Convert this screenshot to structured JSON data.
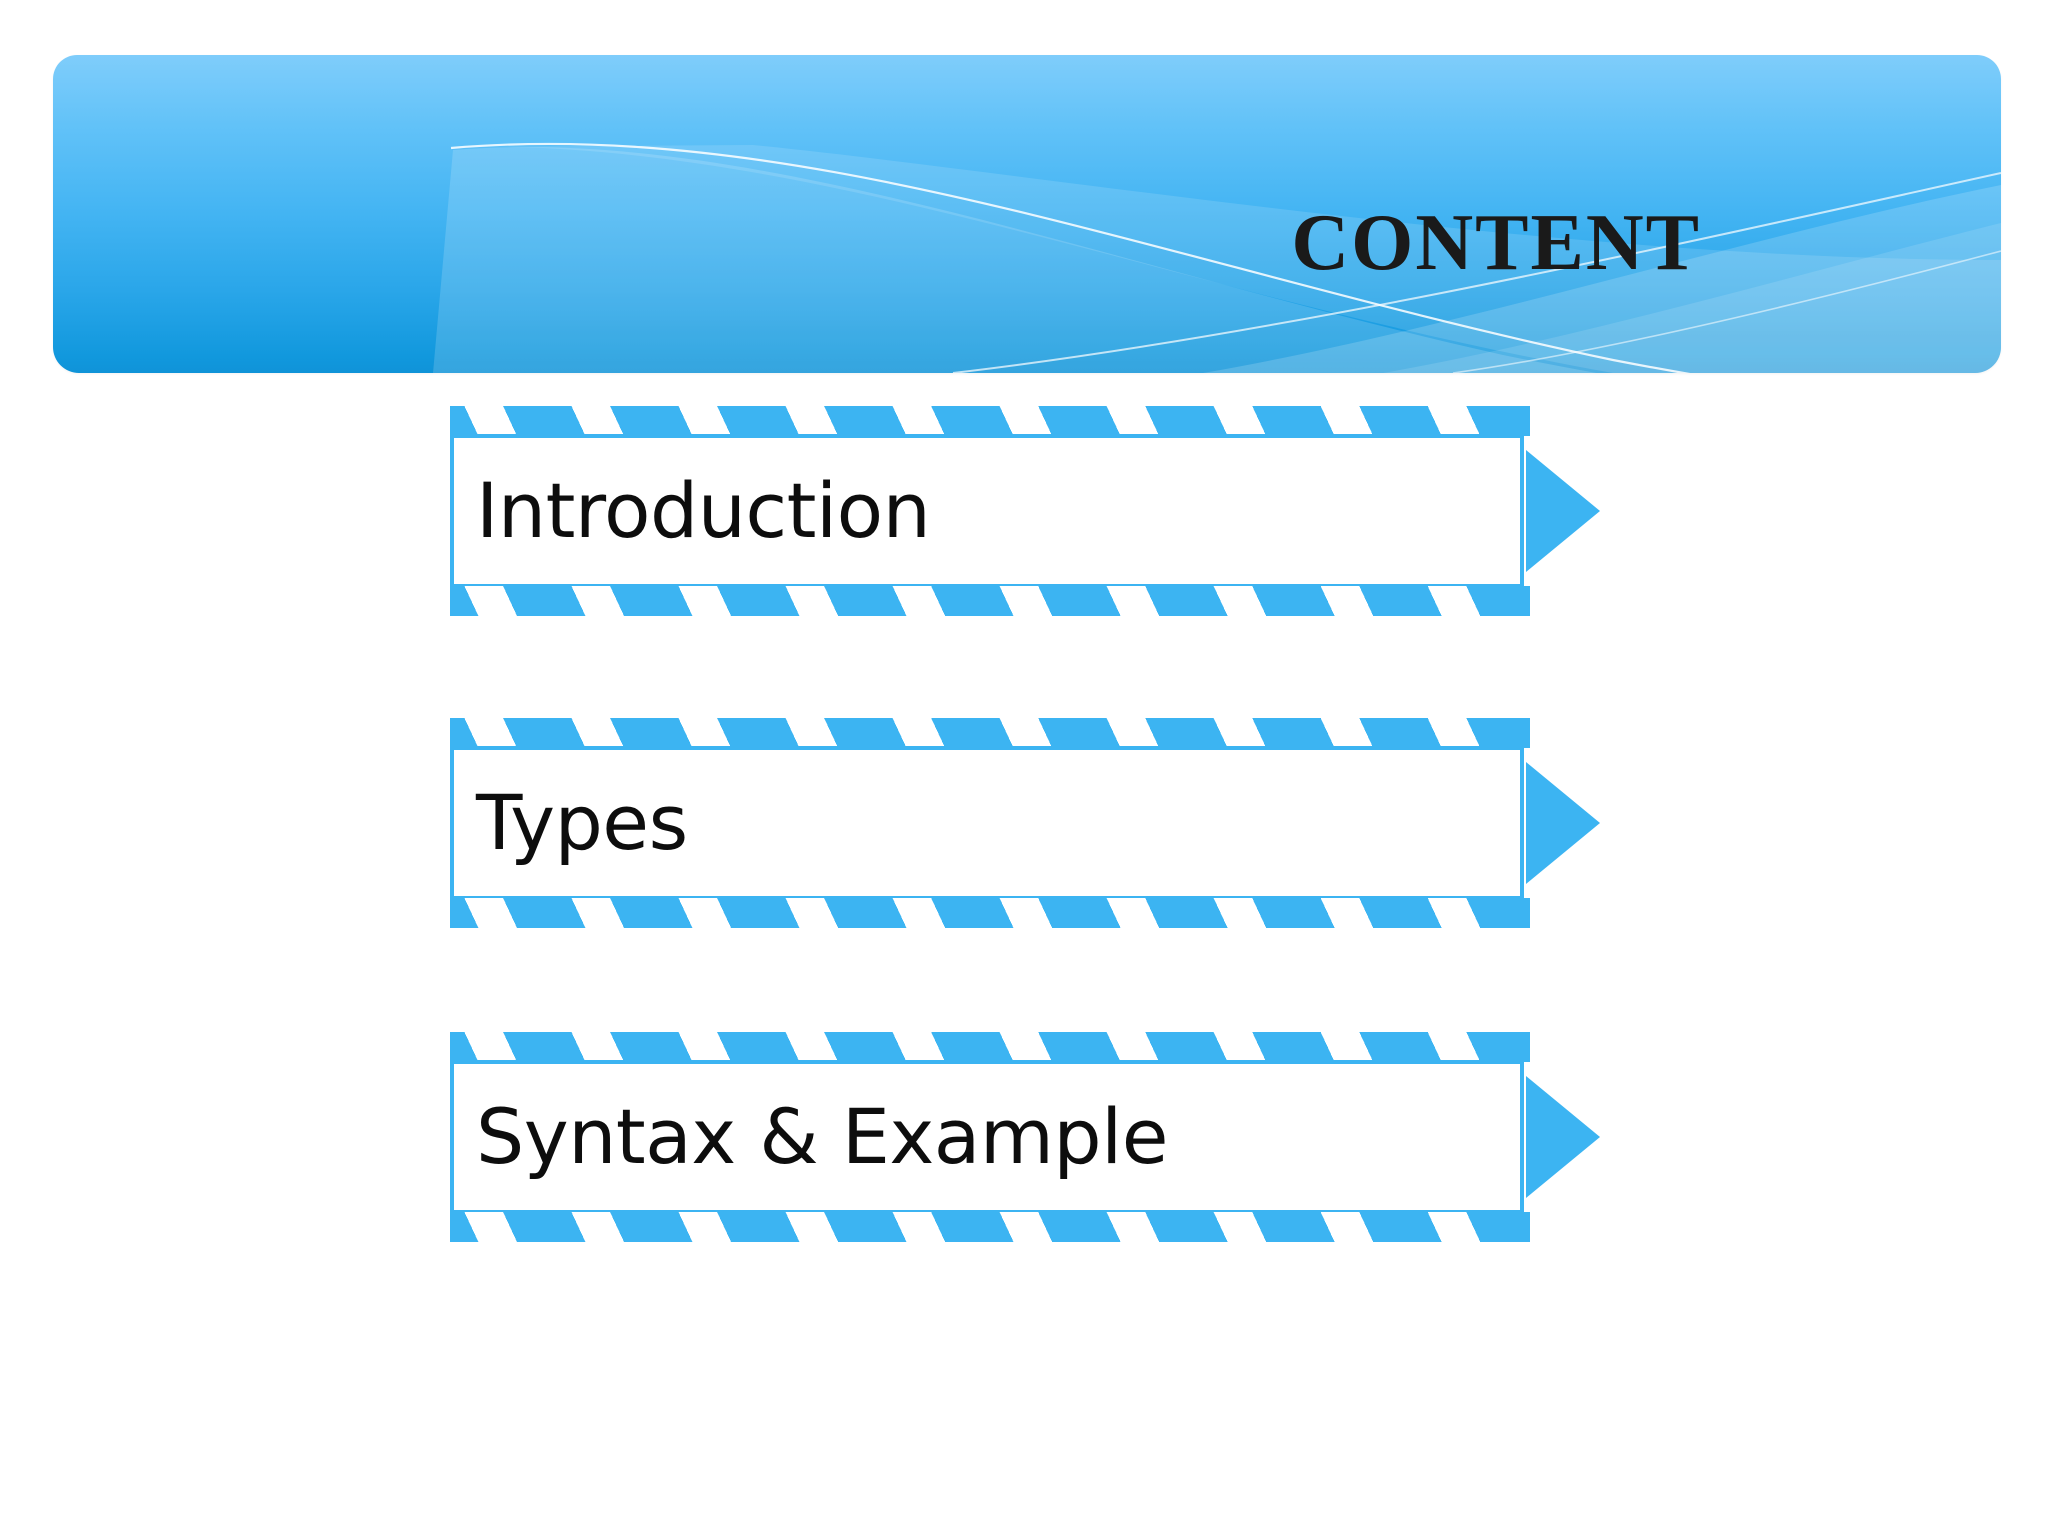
{
  "slide": {
    "background_color": "#ffffff",
    "banner": {
      "title": "CONTENT",
      "title_color": "#1a1a1a",
      "gradient_top_color": "#7fcdfb",
      "gradient_bottom_color": "#0f93d8",
      "decoration_icon": "swoosh-ribbon-decoration"
    },
    "accent_color": "#3cb4f2",
    "items": [
      {
        "label": "Introduction",
        "arrow_icon": "chevron-right-icon"
      },
      {
        "label": "Types",
        "arrow_icon": "chevron-right-icon"
      },
      {
        "label": "Syntax & Example",
        "arrow_icon": "chevron-right-icon"
      }
    ]
  }
}
